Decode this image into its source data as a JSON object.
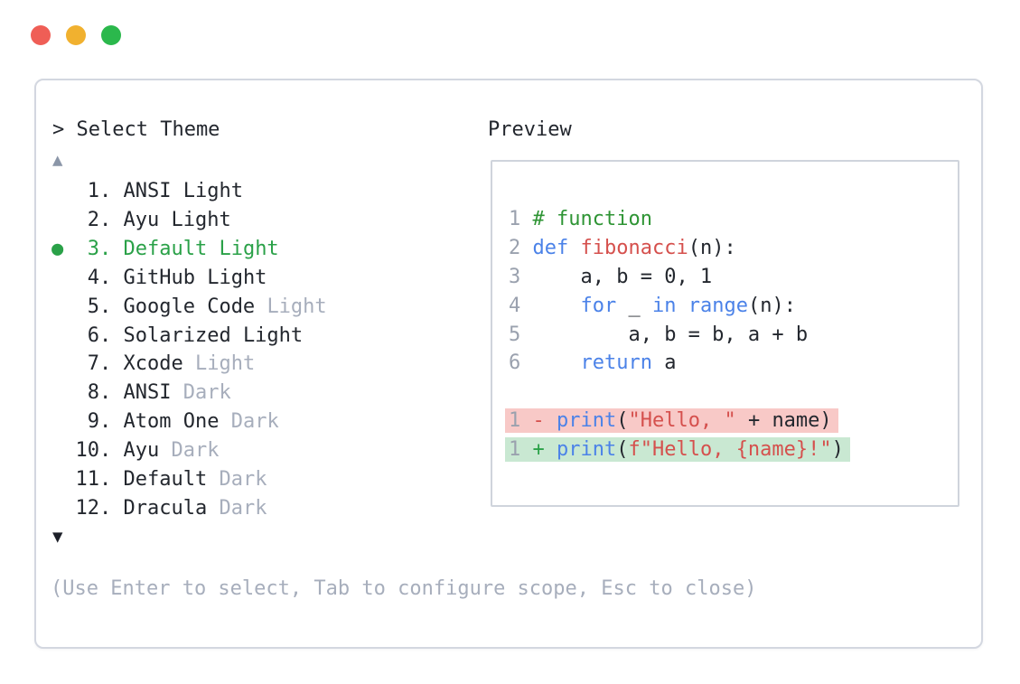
{
  "window": {
    "dots": [
      {
        "name": "close",
        "color": "#ef5e56"
      },
      {
        "name": "minimize",
        "color": "#f1b12f"
      },
      {
        "name": "maximize",
        "color": "#2bb84c"
      }
    ]
  },
  "palette": {
    "text": "#23272e",
    "muted": "#a7aebc",
    "selection_green": "#2aa148",
    "comment": "#2e9434",
    "keyword": "#4b82e8",
    "function_name": "#d5504d",
    "string": "#d5504d",
    "removed_sign": "#d5504d",
    "added_sign": "#2aa148",
    "line_number": "#9aa1ae",
    "removed_bg": "#f8c9c7",
    "added_bg": "#c9e8d2",
    "panel_border": "#d3d7e0",
    "preview_border": "#cfd4dc",
    "scroll_up": "#8b96a8",
    "scroll_down": "#1d2029"
  },
  "selector": {
    "title": "> Select Theme",
    "scroll_up_icon": "▲",
    "scroll_down_icon": "▼",
    "selected_marker": "●",
    "items": [
      {
        "num": "1",
        "name": "ANSI",
        "variant": "Light",
        "variant_muted": false,
        "selected": false
      },
      {
        "num": "2",
        "name": "Ayu",
        "variant": "Light",
        "variant_muted": false,
        "selected": false
      },
      {
        "num": "3",
        "name": "Default",
        "variant": "Light",
        "variant_muted": false,
        "selected": true
      },
      {
        "num": "4",
        "name": "GitHub",
        "variant": "Light",
        "variant_muted": false,
        "selected": false
      },
      {
        "num": "5",
        "name": "Google Code",
        "variant": "Light",
        "variant_muted": true,
        "selected": false
      },
      {
        "num": "6",
        "name": "Solarized",
        "variant": "Light",
        "variant_muted": false,
        "selected": false
      },
      {
        "num": "7",
        "name": "Xcode",
        "variant": "Light",
        "variant_muted": true,
        "selected": false
      },
      {
        "num": "8",
        "name": "ANSI",
        "variant": "Dark",
        "variant_muted": true,
        "selected": false
      },
      {
        "num": "9",
        "name": "Atom One",
        "variant": "Dark",
        "variant_muted": true,
        "selected": false
      },
      {
        "num": "10",
        "name": "Ayu",
        "variant": "Dark",
        "variant_muted": true,
        "selected": false
      },
      {
        "num": "11",
        "name": "Default",
        "variant": "Dark",
        "variant_muted": true,
        "selected": false
      },
      {
        "num": "12",
        "name": "Dracula",
        "variant": "Dark",
        "variant_muted": true,
        "selected": false
      }
    ],
    "footer_hint": "(Use Enter to select, Tab to configure scope, Esc to close)"
  },
  "preview": {
    "label": "Preview",
    "code_lines": [
      {
        "num": "1",
        "diff": "",
        "tokens": [
          {
            "t": "# function",
            "c": "comment"
          }
        ]
      },
      {
        "num": "2",
        "diff": "",
        "tokens": [
          {
            "t": "def",
            "c": "keyword"
          },
          {
            "t": " ",
            "c": "plain"
          },
          {
            "t": "fibonacci",
            "c": "function"
          },
          {
            "t": "(n):",
            "c": "plain"
          }
        ]
      },
      {
        "num": "3",
        "diff": "",
        "tokens": [
          {
            "t": "    a, b = 0, 1",
            "c": "plain"
          }
        ]
      },
      {
        "num": "4",
        "diff": "",
        "tokens": [
          {
            "t": "    ",
            "c": "plain"
          },
          {
            "t": "for",
            "c": "keyword"
          },
          {
            "t": " _ ",
            "c": "plain"
          },
          {
            "t": "in",
            "c": "keyword"
          },
          {
            "t": " ",
            "c": "plain"
          },
          {
            "t": "range",
            "c": "keyword"
          },
          {
            "t": "(n):",
            "c": "plain"
          }
        ]
      },
      {
        "num": "5",
        "diff": "",
        "tokens": [
          {
            "t": "        a, b = b, a + b",
            "c": "plain"
          }
        ]
      },
      {
        "num": "6",
        "diff": "",
        "tokens": [
          {
            "t": "    ",
            "c": "plain"
          },
          {
            "t": "return",
            "c": "keyword"
          },
          {
            "t": " a",
            "c": "plain"
          }
        ]
      },
      {
        "num": "",
        "diff": "",
        "tokens": []
      },
      {
        "num": "1",
        "diff": "removed",
        "tokens": [
          {
            "t": "- ",
            "c": "removed"
          },
          {
            "t": "print",
            "c": "keyword"
          },
          {
            "t": "(",
            "c": "plain"
          },
          {
            "t": "\"Hello, \"",
            "c": "string"
          },
          {
            "t": " + name)",
            "c": "plain"
          }
        ]
      },
      {
        "num": "1",
        "diff": "added",
        "tokens": [
          {
            "t": "+ ",
            "c": "added"
          },
          {
            "t": "print",
            "c": "keyword"
          },
          {
            "t": "(",
            "c": "plain"
          },
          {
            "t": "f\"Hello, {name}!\"",
            "c": "string"
          },
          {
            "t": ")",
            "c": "plain"
          }
        ]
      }
    ]
  }
}
